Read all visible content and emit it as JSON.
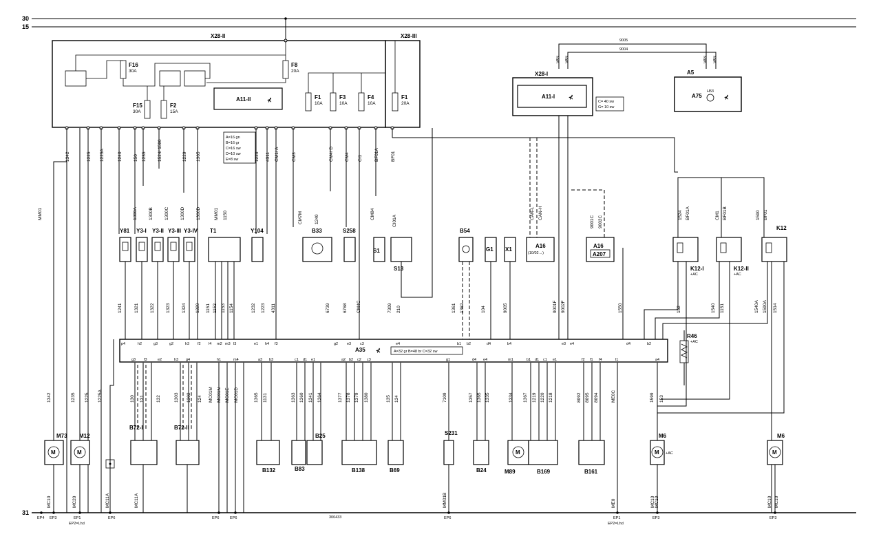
{
  "rails": {
    "top1": "30",
    "top2": "15",
    "bottom": "31"
  },
  "fusebox": {
    "x28_ii": "X28-II",
    "x28_iii": "X28-III",
    "a11_ii": "A11-II",
    "legend": [
      "A=16 gn",
      "B=16 gr",
      "C=16 sw",
      "D=10 sw",
      "E=8 sw"
    ],
    "fuses": [
      {
        "name": "F16",
        "rating": "30A"
      },
      {
        "name": "F8",
        "rating": "20A"
      },
      {
        "name": "F15",
        "rating": "30A"
      },
      {
        "name": "F2",
        "rating": "15A"
      },
      {
        "name": "F1",
        "rating": "10A"
      },
      {
        "name": "F3",
        "rating": "10A"
      },
      {
        "name": "F4",
        "rating": "10A"
      },
      {
        "name": "F1",
        "rating": "20A"
      }
    ],
    "top_wires": [
      "1342",
      "1225",
      "1225A",
      "1240",
      "150",
      "1235",
      "1524/ 1590",
      "1229",
      "1365",
      "1223",
      "4311",
      "CM1/ A",
      "CM3",
      "CM4/ D",
      "CM4",
      "CI1",
      "BF01A",
      "BF01"
    ]
  },
  "right_top": {
    "x28_i": "X28-I",
    "a11_i": "A11-I",
    "a11_legend": [
      "C= 40 sw",
      "G= 10 sw"
    ],
    "a5": "A5",
    "a75": "A75",
    "h53": "H53",
    "van": [
      "VAN",
      "VAN",
      "VAN",
      "VAN"
    ],
    "bus_wires": [
      "9005",
      "9004"
    ]
  },
  "components_mid": [
    {
      "name": "Y81"
    },
    {
      "name": "Y3-I"
    },
    {
      "name": "Y3-II"
    },
    {
      "name": "Y3-III"
    },
    {
      "name": "Y3-IV"
    },
    {
      "name": "T1"
    },
    {
      "name": "Y104"
    },
    {
      "name": "B33"
    },
    {
      "name": "S258"
    },
    {
      "name": "S1"
    },
    {
      "name": "S13"
    },
    {
      "name": "B54"
    },
    {
      "name": "G1"
    },
    {
      "name": "X1"
    },
    {
      "name": "A16"
    },
    {
      "name": "A16"
    },
    {
      "name": "K12-I"
    },
    {
      "name": "K12-II"
    },
    {
      "name": "K12"
    }
  ],
  "mid_extra": {
    "a16_sub": "(10/02→)",
    "a207": "A207",
    "k12i_ac": "+AC",
    "k12ii_ac": "+AC",
    "can_l": "CAN-L",
    "can_h": "CAN-H"
  },
  "mid_wires": [
    "MM01",
    "1300A",
    "1300B",
    "1300C",
    "1300D",
    "1300D",
    "MM01",
    "1150",
    "CM7M",
    "1240",
    "CM84",
    "CI01A",
    "1524",
    "BF01A",
    "CM1",
    "BF01B",
    "1590",
    "BF01",
    "9001C",
    "9002C"
  ],
  "ecu": {
    "name": "A35",
    "legend": "A=32 gr  B=48 br  C=32 sw",
    "top_wires": [
      "1241",
      "1321",
      "1322",
      "1323",
      "1324",
      "1229",
      "1151",
      "1152",
      "1153",
      "1154",
      "1232",
      "1223",
      "4311",
      "6739",
      "6768",
      "CM4C",
      "7309",
      "210",
      "1361",
      "1362",
      "104",
      "9005",
      "9001F",
      "9002F",
      "1550",
      "152",
      "1540",
      "1151",
      "1540A",
      "1590A",
      "1514"
    ],
    "top_pins": [
      "p4",
      "h2",
      "g3",
      "g2",
      "h3",
      "f2",
      "l4",
      "m2",
      "m3",
      "l3",
      "e1",
      "h4",
      "f3",
      "g2",
      "e3",
      "c3",
      "e4",
      "b1",
      "b2",
      "d4",
      "b4",
      "e3",
      "e4",
      "d4",
      "b2"
    ],
    "bottom_pins": [
      "g3",
      "f3",
      "e2",
      "h3",
      "g4",
      "h1",
      "m4",
      "a3",
      "b3",
      "c1",
      "d1",
      "e1",
      "a2",
      "b2",
      "c2",
      "c3",
      "g1",
      "d4",
      "e4",
      "m1",
      "b1",
      "d1",
      "c1",
      "e1",
      "f2",
      "f1",
      "f4",
      "l1",
      "a4"
    ],
    "r46": "R46",
    "r46_ac": "+AC"
  },
  "bottom_wires": [
    "1342",
    "1235",
    "1225",
    "1225A",
    "130",
    "131",
    "132",
    "1303",
    "1302",
    "124",
    "MC01M",
    "MC01N",
    "MC01E",
    "MC01D",
    "1365",
    "1131",
    "1363",
    "1360",
    "1341",
    "1364",
    "1377",
    "1378",
    "1379",
    "1380",
    "135",
    "134",
    "7109",
    "1357",
    "1365",
    "1335",
    "1334",
    "1367",
    "1219",
    "1220",
    "1218",
    "8092",
    "8095",
    "8094",
    "ME0C",
    "1599",
    "153"
  ],
  "components_bottom": [
    {
      "name": "M73"
    },
    {
      "name": "M12"
    },
    {
      "name": "B72-I"
    },
    {
      "name": "B72-II"
    },
    {
      "name": "B132"
    },
    {
      "name": "B83"
    },
    {
      "name": "B25"
    },
    {
      "name": "B138"
    },
    {
      "name": "B69"
    },
    {
      "name": "S231"
    },
    {
      "name": "B24"
    },
    {
      "name": "M89"
    },
    {
      "name": "B169"
    },
    {
      "name": "B161"
    },
    {
      "name": "M6"
    },
    {
      "name": "M6"
    }
  ],
  "m6_ac": "+AC",
  "ground_wires": [
    "MC10",
    "MC20",
    "MC11A",
    "MC11A",
    "MM01B",
    "MC10",
    "MC10",
    "ME0",
    "MC10",
    "MC10"
  ],
  "ground_points": [
    "EP4",
    "EP3",
    "EP1",
    "EP2=Lhd",
    "EP6",
    "EP6",
    "EP6",
    "EP6",
    "EP1",
    "EP2=Lhd",
    "EP3",
    "EP3"
  ],
  "drawing_number": "300433"
}
